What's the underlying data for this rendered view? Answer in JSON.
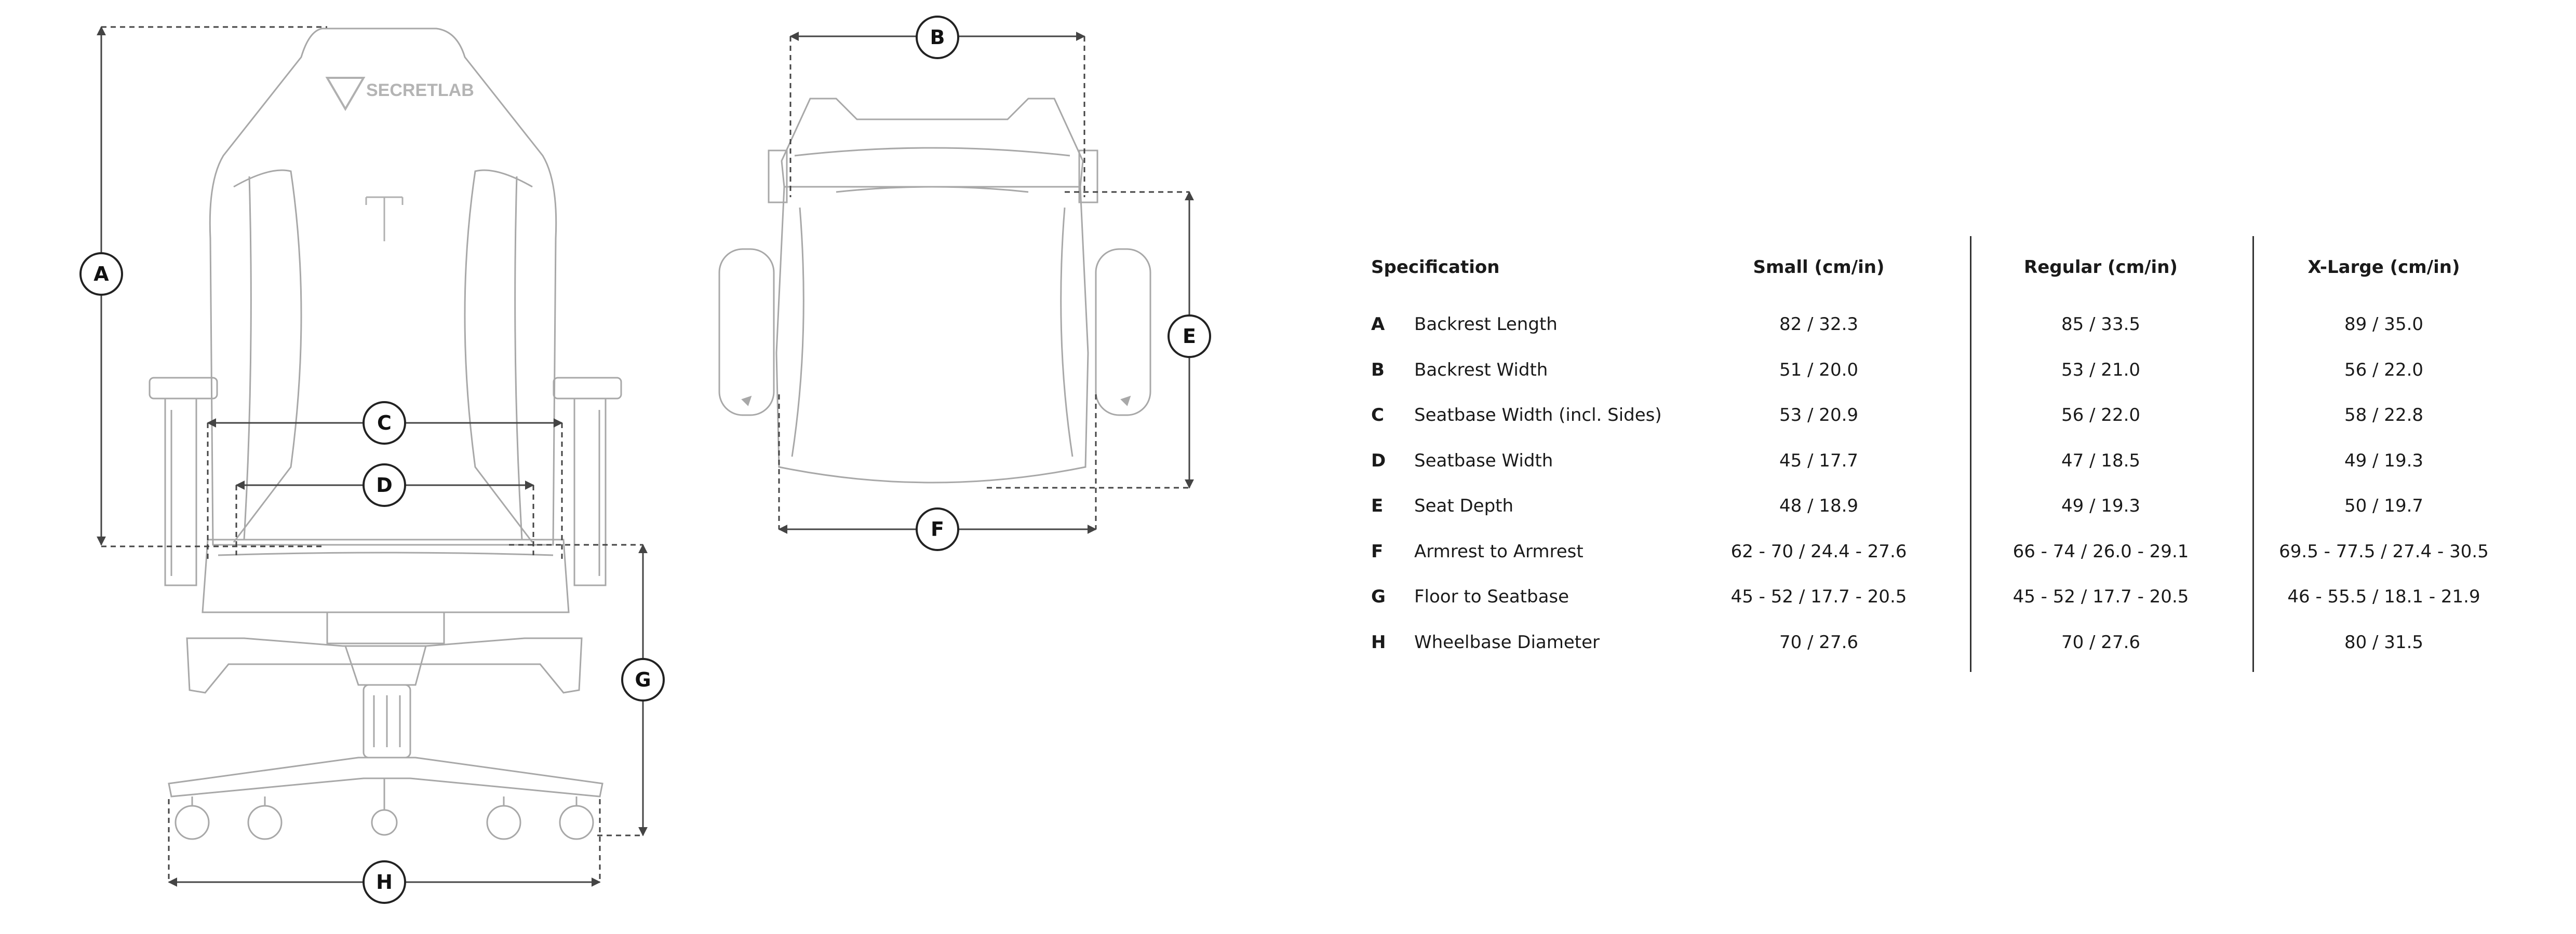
{
  "logo": {
    "text": "SECRETLAB"
  },
  "callouts": [
    "A",
    "B",
    "C",
    "D",
    "E",
    "F",
    "G",
    "H"
  ],
  "table": {
    "headers": {
      "spec": "Specification",
      "small": "Small (cm/in)",
      "regular": "Regular (cm/in)",
      "xlarge": "X-Large (cm/in)"
    },
    "rows": [
      {
        "letter": "A",
        "name": "Backrest Length",
        "small": "82 / 32.3",
        "regular": "85 / 33.5",
        "xlarge": "89 / 35.0"
      },
      {
        "letter": "B",
        "name": "Backrest Width",
        "small": "51 / 20.0",
        "regular": "53 / 21.0",
        "xlarge": "56 / 22.0"
      },
      {
        "letter": "C",
        "name": "Seatbase Width (incl. Sides)",
        "small": "53 / 20.9",
        "regular": "56 / 22.0",
        "xlarge": "58 / 22.8"
      },
      {
        "letter": "D",
        "name": "Seatbase Width",
        "small": "45 / 17.7",
        "regular": "47 / 18.5",
        "xlarge": "49 / 19.3"
      },
      {
        "letter": "E",
        "name": "Seat Depth",
        "small": "48 / 18.9",
        "regular": "49 / 19.3",
        "xlarge": "50 / 19.7"
      },
      {
        "letter": "F",
        "name": "Armrest to Armrest",
        "small": "62 - 70 / 24.4 - 27.6",
        "regular": "66 - 74 / 26.0 - 29.1",
        "xlarge": "69.5 - 77.5 / 27.4 - 30.5"
      },
      {
        "letter": "G",
        "name": "Floor to Seatbase",
        "small": "45 - 52 / 17.7 - 20.5",
        "regular": "45 - 52 / 17.7 - 20.5",
        "xlarge": "46 - 55.5 / 18.1 - 21.9"
      },
      {
        "letter": "H",
        "name": "Wheelbase Diameter",
        "small": "70 / 27.6",
        "regular": "70 / 27.6",
        "xlarge": "80 / 31.5"
      }
    ]
  },
  "colors": {
    "line": "#555555",
    "stroke": "#9a9a9a",
    "text": "#1a1a1a",
    "divider": "#333333"
  }
}
